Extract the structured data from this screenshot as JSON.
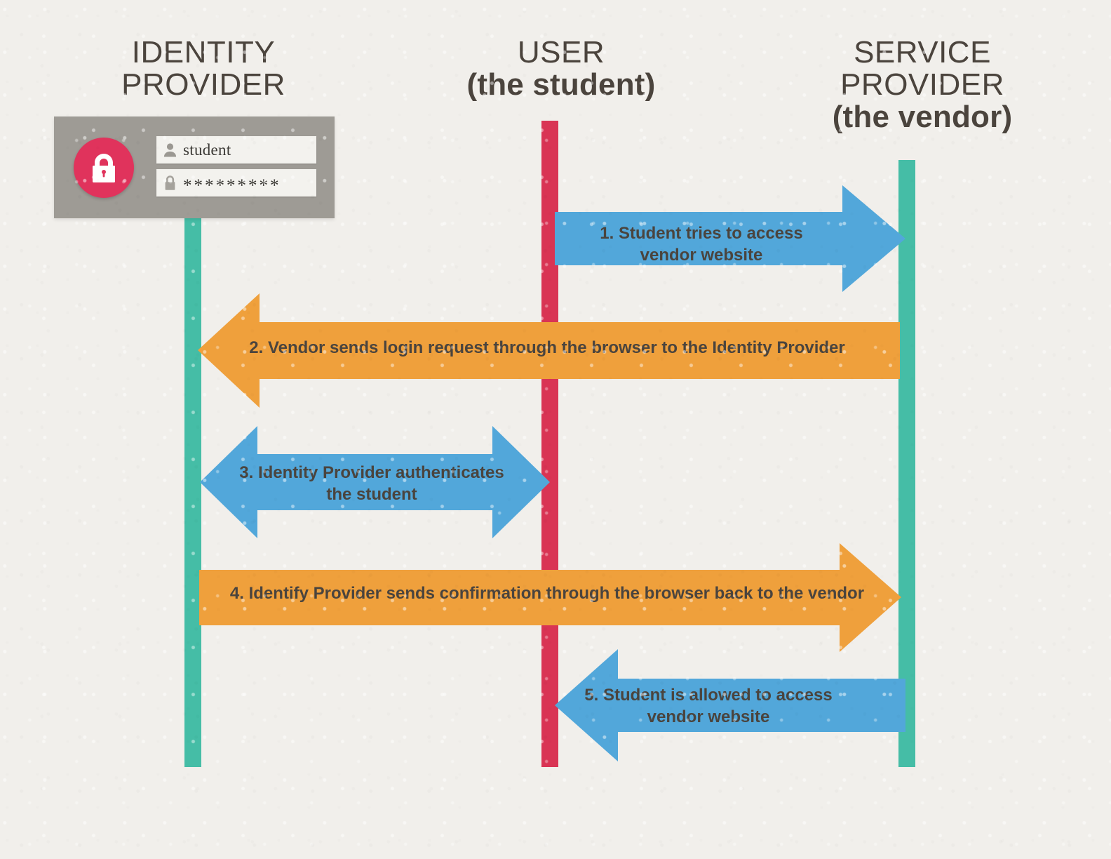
{
  "diagram": {
    "title": "SAML / Single Sign-On authentication flow",
    "background_color": "#f1efeb"
  },
  "columns": [
    {
      "id": "identity-provider",
      "title_line1": "IDENTITY",
      "title_line2": "PROVIDER",
      "lifeline_color": "#45bda6"
    },
    {
      "id": "user",
      "title_line1": "USER",
      "title_line2": "(the student)",
      "lifeline_color": "#d93454"
    },
    {
      "id": "service-provider",
      "title_line1": "SERVICE",
      "title_line2": "PROVIDER",
      "title_line3": "(the vendor)",
      "lifeline_color": "#45bda6"
    }
  ],
  "login_card": {
    "background_color": "#9e9b95",
    "lock_badge_color": "#e0335c",
    "username_icon": "person-icon",
    "username_value": "student",
    "password_icon": "padlock-icon",
    "password_value": "*********"
  },
  "steps": [
    {
      "number": "1",
      "label_line1": "1. Student tries to access",
      "label_line2": "vendor website",
      "color": "#52a7da",
      "direction": "right",
      "from": "user",
      "to": "service-provider"
    },
    {
      "number": "2",
      "label_line1": "2. Vendor sends login request through the browser to the Identity Provider",
      "label_line2": "",
      "color": "#efa03c",
      "direction": "left",
      "from": "service-provider",
      "to": "identity-provider"
    },
    {
      "number": "3",
      "label_line1": "3. Identity Provider authenticates",
      "label_line2": "the student",
      "color": "#52a7da",
      "direction": "both",
      "from": "identity-provider",
      "to": "user"
    },
    {
      "number": "4",
      "label_line1": "4. Identify Provider sends confirmation through the browser back to the vendor",
      "label_line2": "",
      "color": "#efa03c",
      "direction": "right",
      "from": "identity-provider",
      "to": "service-provider"
    },
    {
      "number": "5",
      "label_line1": "5. Student is allowed to access",
      "label_line2": "vendor website",
      "color": "#52a7da",
      "direction": "left",
      "from": "service-provider",
      "to": "user"
    }
  ]
}
